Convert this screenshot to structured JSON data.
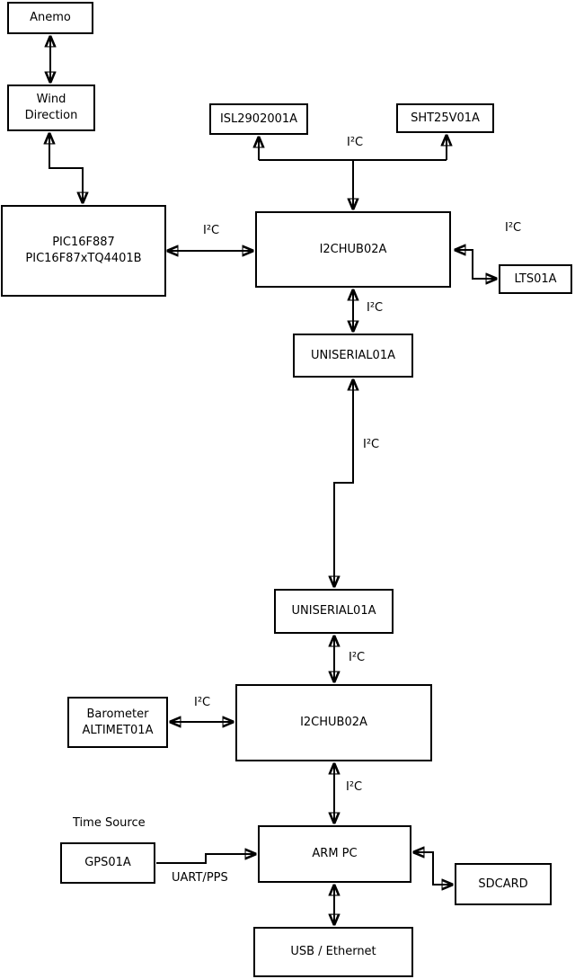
{
  "diagram": {
    "boxes": {
      "anemo": "Anemo",
      "wind_direction": "Wind\nDirection",
      "pic": "PIC16F887\nPIC16F87xTQ4401B",
      "isl": "ISL2902001A",
      "sht": "SHT25V01A",
      "hub1": "I2CHUB02A",
      "lts": "LTS01A",
      "uniserial1": "UNISERIAL01A",
      "uniserial2": "UNISERIAL01A",
      "hub2": "I2CHUB02A",
      "barometer": "Barometer\nALTIMET01A",
      "gps": "GPS01A",
      "armpc": "ARM PC",
      "sdcard": "SDCARD",
      "usb": "USB / Ethernet"
    },
    "edge_labels": {
      "i2c": "I²C",
      "time_source": "Time Source",
      "uart_pps": "UART/PPS"
    },
    "connections": [
      {
        "from": "Anemo",
        "to": "Wind Direction",
        "bidirectional": true
      },
      {
        "from": "Wind Direction",
        "to": "PIC16F887 PIC16F87xTQ4401B",
        "bidirectional": true
      },
      {
        "from": "PIC16F887 PIC16F87xTQ4401B",
        "to": "I2CHUB02A (top)",
        "label": "I²C",
        "bidirectional": true
      },
      {
        "from": "I2CHUB02A (top)",
        "to": "ISL2902001A",
        "label": "I²C"
      },
      {
        "from": "I2CHUB02A (top)",
        "to": "SHT25V01A",
        "label": "I²C"
      },
      {
        "from": "I2CHUB02A (top)",
        "to": "LTS01A",
        "label": "I²C",
        "bidirectional": true
      },
      {
        "from": "I2CHUB02A (top)",
        "to": "UNISERIAL01A (top)",
        "label": "I²C",
        "bidirectional": true
      },
      {
        "from": "UNISERIAL01A (top)",
        "to": "UNISERIAL01A (bottom)",
        "label": "I²C",
        "bidirectional": true
      },
      {
        "from": "UNISERIAL01A (bottom)",
        "to": "I2CHUB02A (bottom)",
        "label": "I²C",
        "bidirectional": true
      },
      {
        "from": "Barometer ALTIMET01A",
        "to": "I2CHUB02A (bottom)",
        "label": "I²C",
        "bidirectional": true
      },
      {
        "from": "I2CHUB02A (bottom)",
        "to": "ARM PC",
        "label": "I²C",
        "bidirectional": true
      },
      {
        "from": "GPS01A",
        "to": "ARM PC",
        "label": "UART/PPS"
      },
      {
        "from": "ARM PC",
        "to": "SDCARD",
        "bidirectional": true
      },
      {
        "from": "ARM PC",
        "to": "USB / Ethernet",
        "bidirectional": true
      }
    ],
    "colors": {
      "line": "#000000",
      "box_border": "#000000",
      "box_fill": "#ffffff",
      "background": "#ffffff",
      "text": "#000000"
    }
  }
}
